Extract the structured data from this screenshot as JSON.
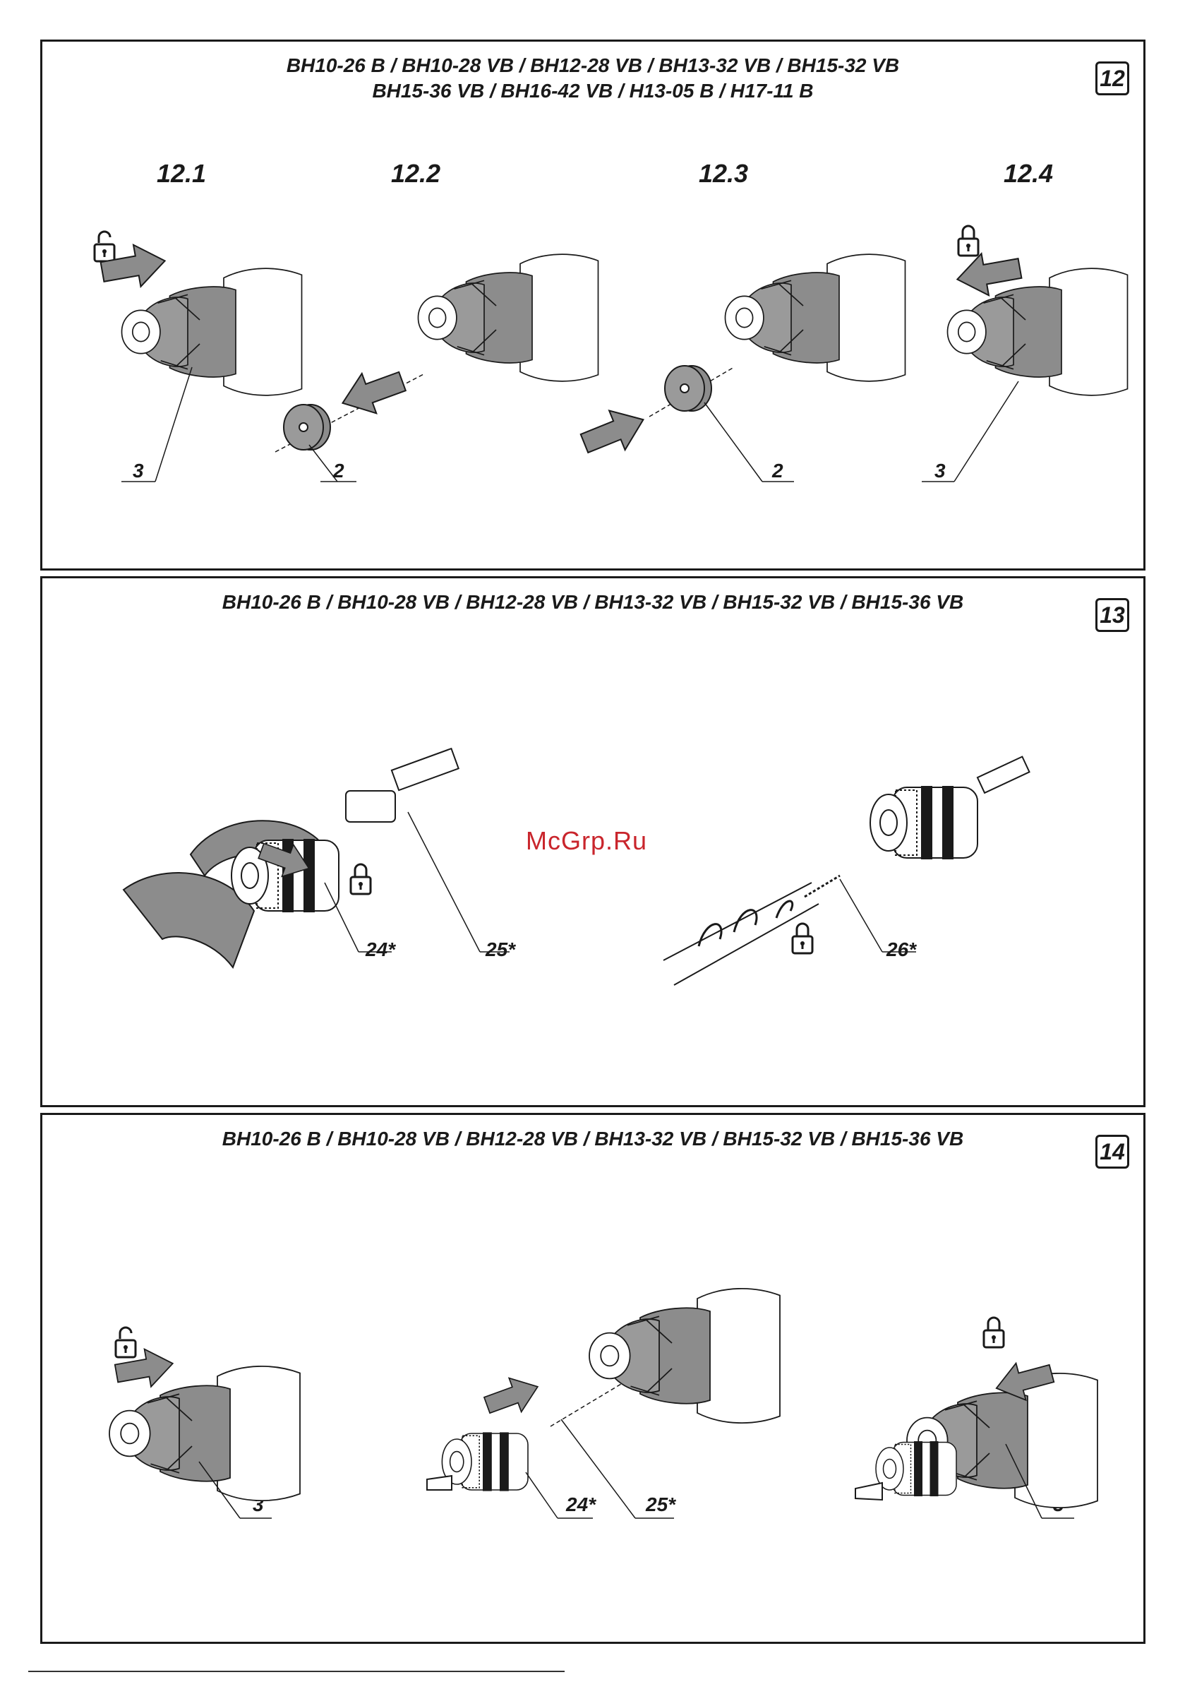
{
  "panels": [
    {
      "number": "12",
      "models_line1": "BH10-26 B / BH10-28 VB / BH12-28 VB / BH13-32 VB / BH15-32 VB",
      "models_line2": "BH15-36 VB / BH16-42 VB / H13-05 B / H17-11 B",
      "steps": [
        "12.1",
        "12.2",
        "12.3",
        "12.4"
      ],
      "callouts": [
        "3",
        "2",
        "2",
        "3"
      ]
    },
    {
      "number": "13",
      "models_line1": "BH10-26 B / BH10-28 VB / BH12-28 VB / BH13-32 VB / BH15-32 VB / BH15-36 VB",
      "callouts": [
        "24*",
        "25*",
        "26*"
      ]
    },
    {
      "number": "14",
      "models_line1": "BH10-26 B / BH10-28 VB / BH12-28 VB / BH13-32 VB / BH15-32 VB / BH15-36 VB",
      "callouts": [
        "3",
        "24*",
        "25*",
        "3"
      ]
    }
  ],
  "watermark": "McGrp.Ru",
  "icons": [
    "lock-open-icon",
    "lock-closed-icon",
    "arrow-icon"
  ],
  "colors": {
    "line": "#1a1a1a",
    "gray": "#8c8c8c",
    "watermark": "#c9252c"
  }
}
